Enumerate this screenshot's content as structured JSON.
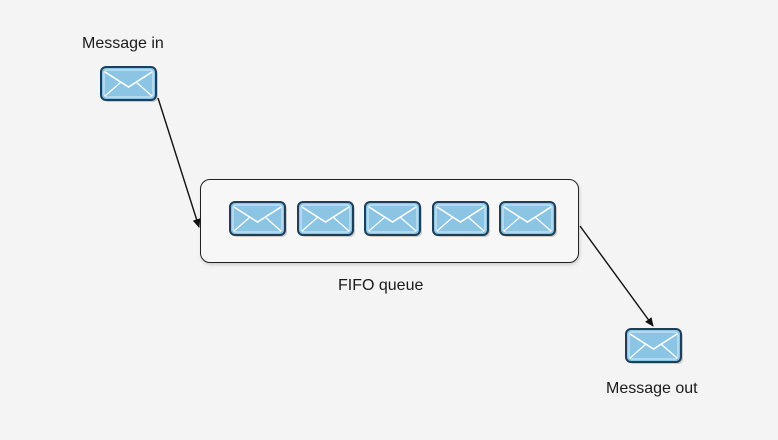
{
  "labels": {
    "message_in": "Message in",
    "queue": "FIFO queue",
    "message_out": "Message out"
  },
  "icons": {
    "message": "envelope-icon"
  },
  "queue": {
    "message_count": 5
  },
  "colors": {
    "envelope_fill": "#8cc4e4",
    "envelope_stroke": "#1d3f5a",
    "line": "#111111",
    "background": "#f4f4f4"
  }
}
